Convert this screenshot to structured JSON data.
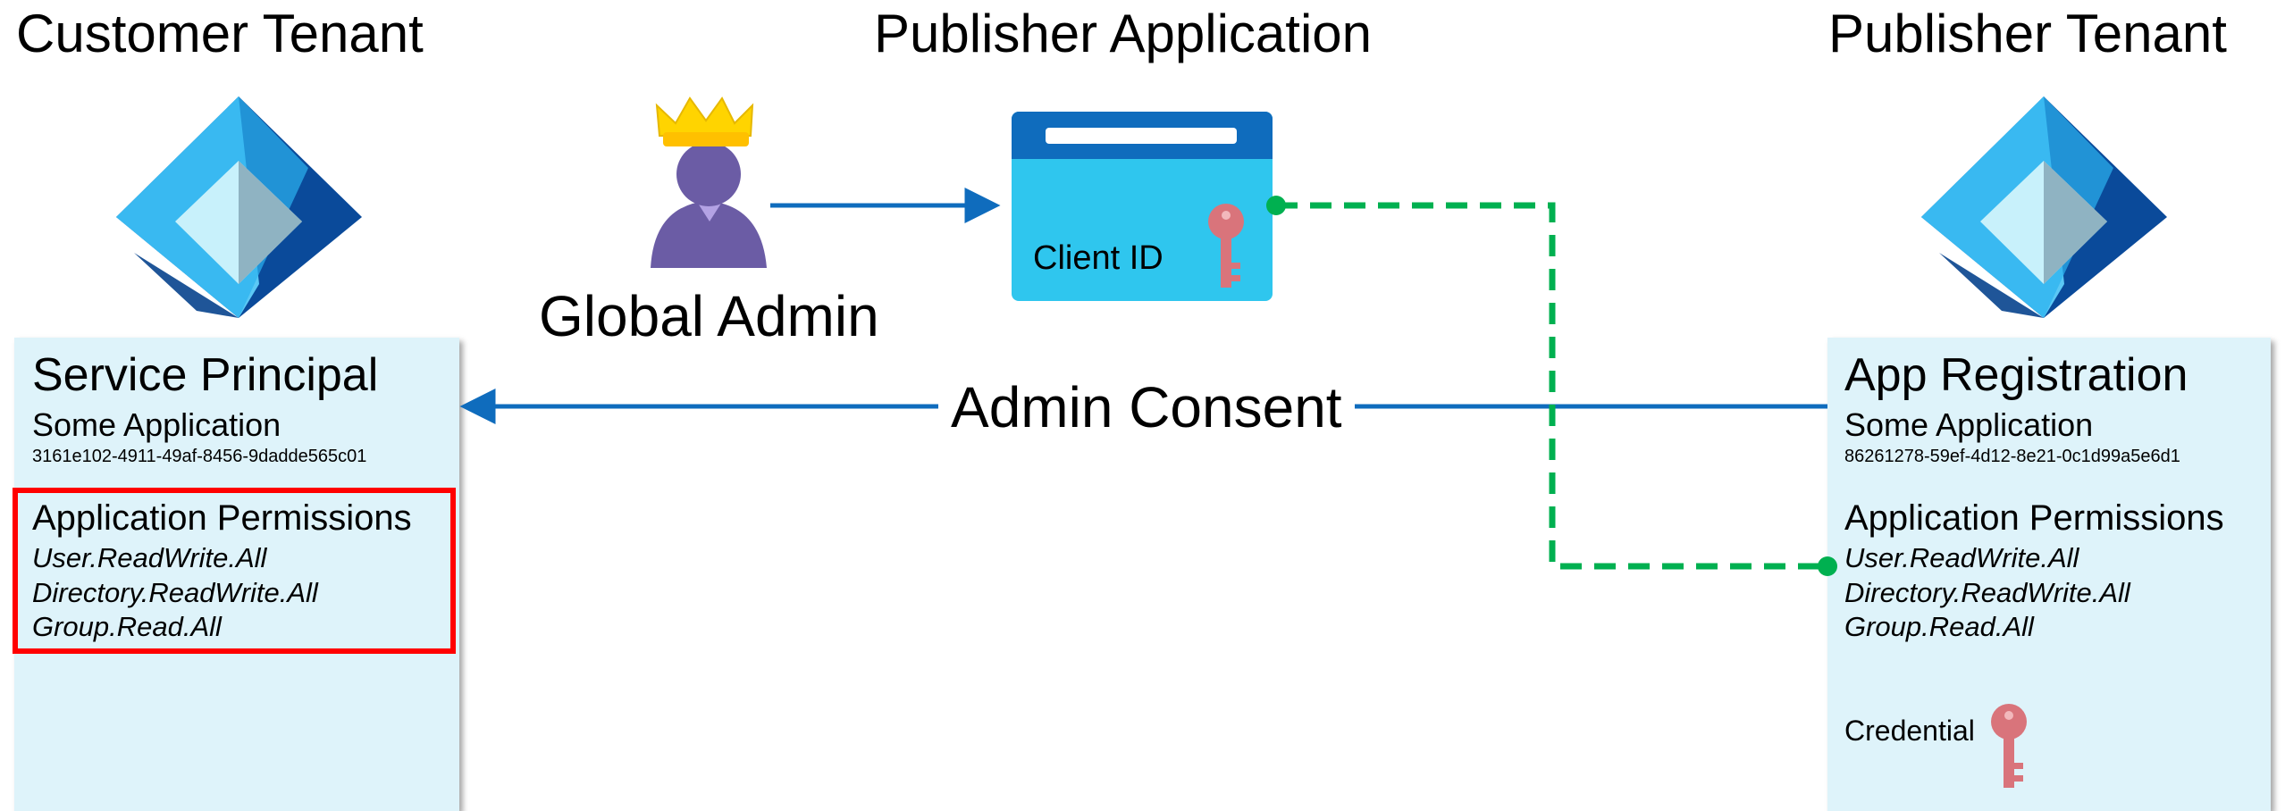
{
  "headers": {
    "customer_tenant": "Customer Tenant",
    "publisher_application": "Publisher Application",
    "publisher_tenant": "Publisher Tenant"
  },
  "actor": {
    "label": "Global Admin",
    "icon": "admin-crown-person-icon"
  },
  "publisher_app": {
    "client_id_label": "Client ID",
    "icon": "app-window-icon"
  },
  "consent": {
    "label": "Admin Consent"
  },
  "customer": {
    "title": "Service Principal",
    "app_name": "Some Application",
    "app_id": "3161e102-4911-49af-8456-9dadde565c01",
    "permissions_title": "Application Permissions",
    "permissions": [
      "User.ReadWrite.All",
      "Directory.ReadWrite.All",
      "Group.Read.All"
    ]
  },
  "publisher": {
    "title": "App Registration",
    "app_name": "Some Application",
    "app_id": "86261278-59ef-4d12-8e21-0c1d99a5e6d1",
    "permissions_title": "Application Permissions",
    "permissions": [
      "User.ReadWrite.All",
      "Directory.ReadWrite.All",
      "Group.Read.All"
    ],
    "credential_label": "Credential"
  },
  "colors": {
    "card_bg": "#def3fa",
    "arrow_blue": "#0f6cbd",
    "dashed_green": "#00b050",
    "highlight_red": "#ff0000",
    "key_red": "#d9747b"
  }
}
